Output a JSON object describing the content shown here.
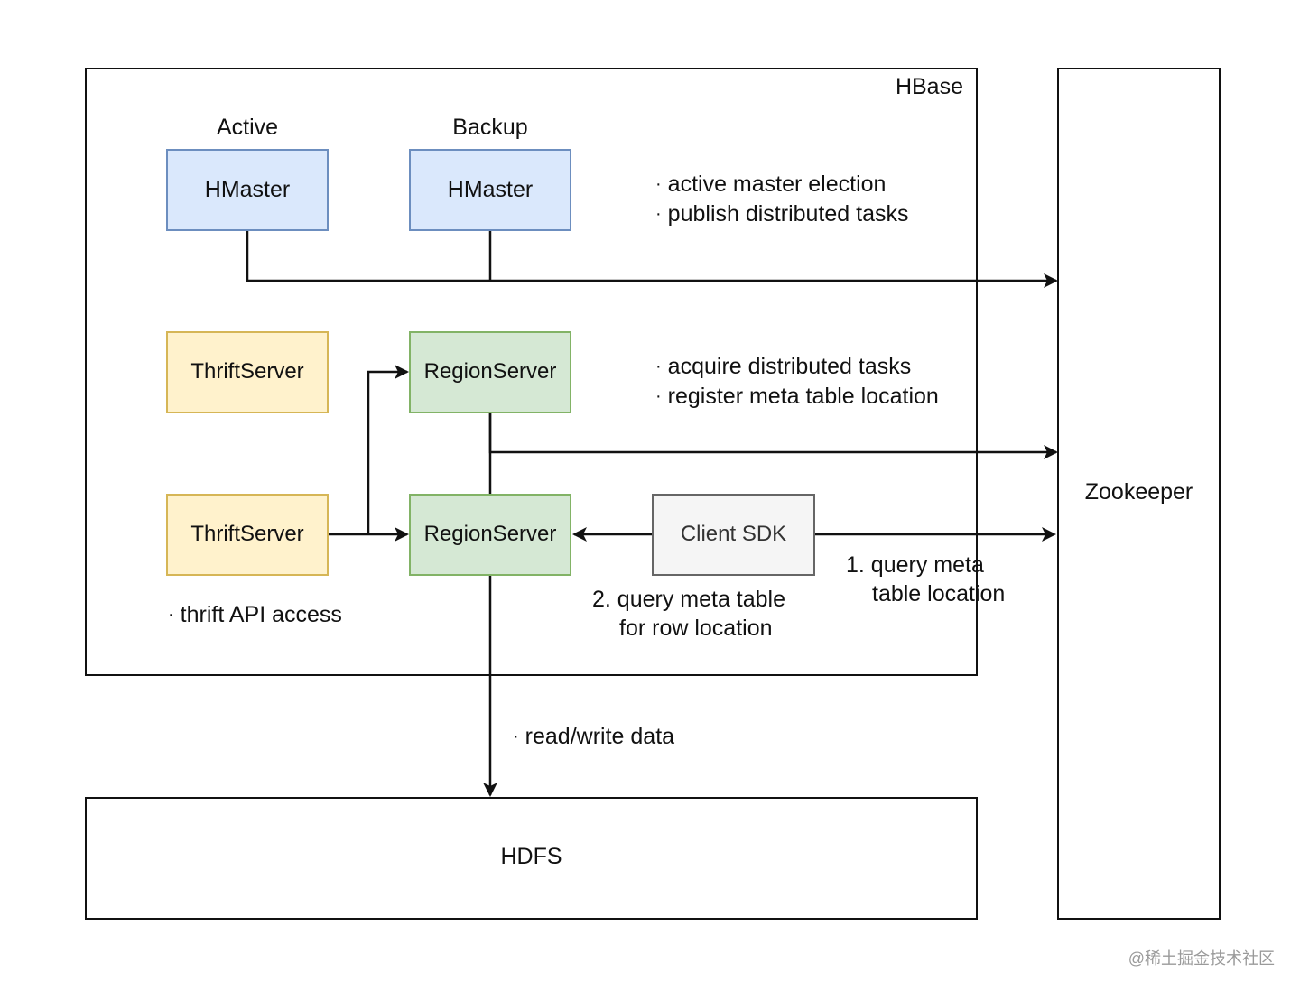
{
  "containers": {
    "hbase": {
      "label": "HBase"
    },
    "zookeeper": {
      "label": "Zookeeper"
    },
    "hdfs": {
      "label": "HDFS"
    }
  },
  "nodes": {
    "hmaster_active": {
      "caption": "Active",
      "label": "HMaster"
    },
    "hmaster_backup": {
      "caption": "Backup",
      "label": "HMaster"
    },
    "thrift_top": {
      "label": "ThriftServer"
    },
    "thrift_bottom": {
      "label": "ThriftServer"
    },
    "region_top": {
      "label": "RegionServer"
    },
    "region_bottom": {
      "label": "RegionServer"
    },
    "client": {
      "label": "Client SDK"
    }
  },
  "notes": {
    "master_tasks": [
      "active master election",
      "publish distributed tasks"
    ],
    "region_tasks": [
      "acquire distributed tasks",
      "register meta table location"
    ],
    "thrift_access": "thrift API access",
    "read_write": "read/write data",
    "query_meta_table": [
      "1. query meta",
      "table location"
    ],
    "query_row_location": [
      "2. query meta table",
      "for row location"
    ]
  },
  "bullet_symbol": "·",
  "watermark": "@稀土掘金技术社区",
  "colors": {
    "hmaster_fill": "#dae8fc",
    "hmaster_border": "#6c8ebf",
    "thrift_fill": "#fff2cc",
    "thrift_border": "#d6b656",
    "region_fill": "#d5e8d4",
    "region_border": "#82b366",
    "client_fill": "#f5f5f5",
    "client_border": "#666666",
    "line": "#111111"
  }
}
